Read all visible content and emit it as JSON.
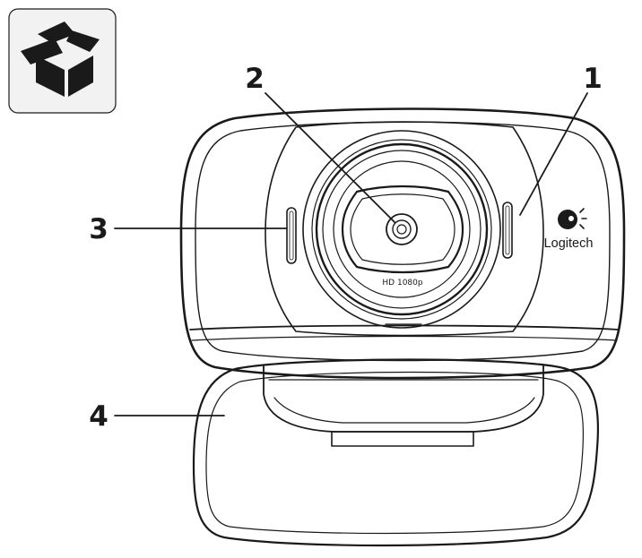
{
  "callouts": [
    {
      "id": "1",
      "label": "1",
      "part": "activity-light"
    },
    {
      "id": "2",
      "label": "2",
      "part": "lens"
    },
    {
      "id": "3",
      "label": "3",
      "part": "microphone"
    },
    {
      "id": "4",
      "label": "4",
      "part": "base-clip"
    }
  ],
  "lens_label": "HD 1080p",
  "brand": {
    "name": "Logitech"
  },
  "icons": {
    "package": "open-box-icon",
    "brand_logo": "logitech-logo-icon"
  },
  "colors": {
    "ink": "#1a1a1a",
    "box_bg": "#f2f2f2",
    "paper": "#ffffff"
  }
}
